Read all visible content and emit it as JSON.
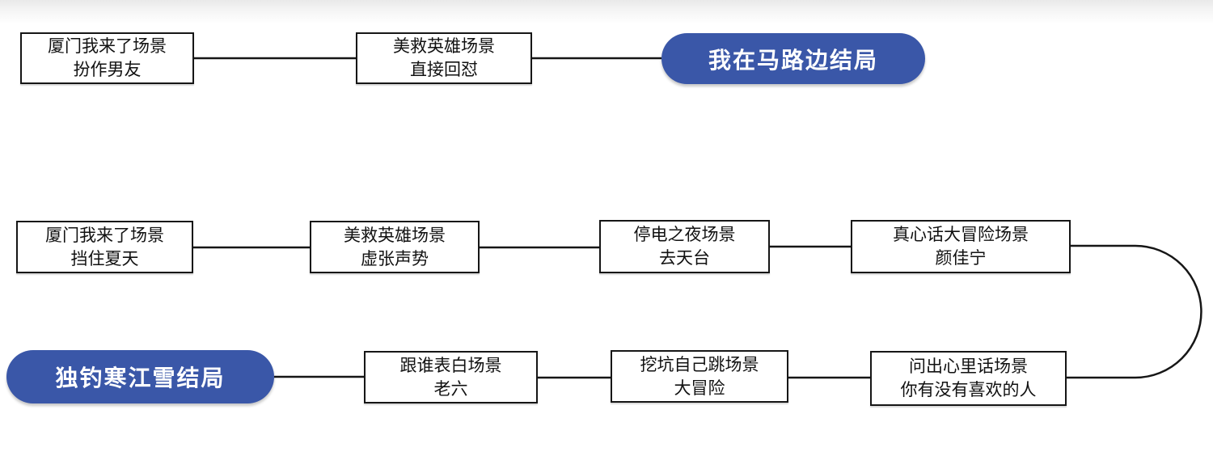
{
  "diagram": {
    "colors": {
      "ending_fill": "#3a57a8",
      "ending_text": "#ffffff",
      "box_border": "#161616",
      "box_fill": "#ffffff",
      "line": "#161616"
    },
    "scenes": [
      {
        "title": "厦门我来了场景",
        "choice": "扮作男友"
      },
      {
        "title": "美救英雄场景",
        "choice": "直接回怼"
      },
      {
        "title": "厦门我来了场景",
        "choice": "挡住夏天"
      },
      {
        "title": "美救英雄场景",
        "choice": "虚张声势"
      },
      {
        "title": "停电之夜场景",
        "choice": "去天台"
      },
      {
        "title": "真心话大冒险场景",
        "choice": "颜佳宁"
      },
      {
        "title": "跟谁表白场景",
        "choice": "老六"
      },
      {
        "title": "挖坑自己跳场景",
        "choice": "大冒险"
      },
      {
        "title": "问出心里话场景",
        "choice": "你有没有喜欢的人"
      }
    ],
    "endings": [
      {
        "label": "我在马路边结局"
      },
      {
        "label": "独钓寒江雪结局"
      }
    ]
  }
}
